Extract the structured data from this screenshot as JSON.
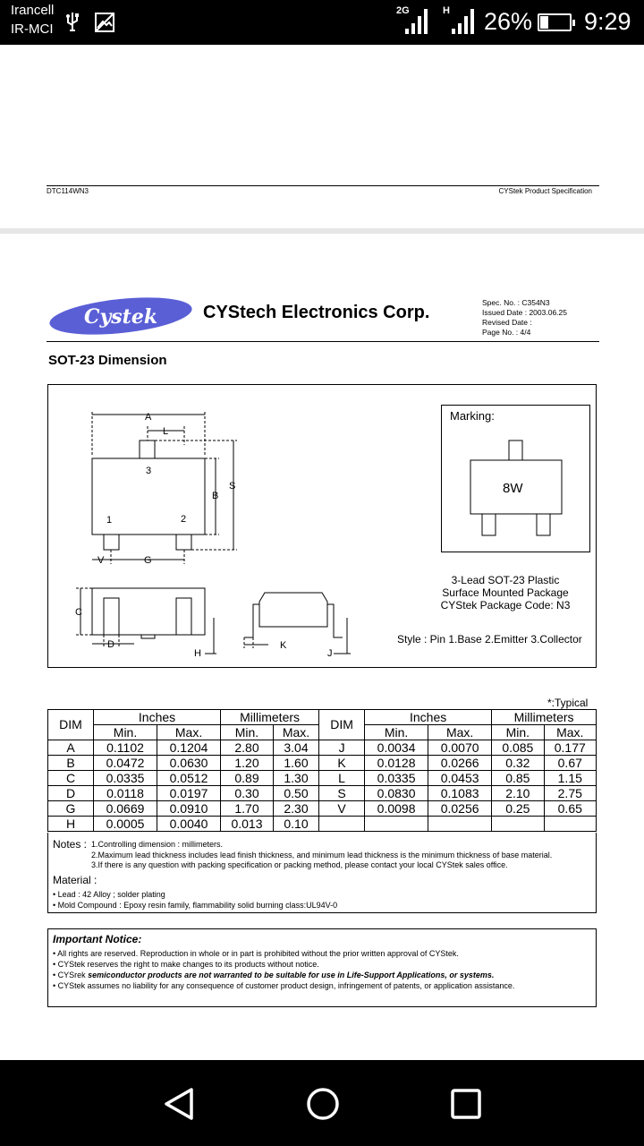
{
  "status_bar": {
    "carrier_line1": "Irancell",
    "carrier_line2": "IR-MCI",
    "net1": "2G",
    "net2": "H",
    "battery": "26%",
    "battery_level": 0.26,
    "time": "9:29",
    "icons": [
      "usb-icon",
      "image-icon",
      "signal-icon",
      "battery-icon"
    ]
  },
  "prev_page": {
    "footer_left": "DTC114WN3",
    "footer_right": "CYStek Product Specification"
  },
  "header": {
    "logo_text": "Cystek",
    "company": "CYStech Electronics Corp.",
    "spec_no": "Spec. No. : C354N3",
    "issued": "Issued Date : 2003.06.25",
    "revised": "Revised Date :",
    "page_no": "Page No. : 4/4"
  },
  "section_title": "SOT-23 Dimension",
  "diagram": {
    "labels": {
      "A": "A",
      "L": "L",
      "B": "B",
      "S": "S",
      "V": "V",
      "G": "G",
      "C": "C",
      "D": "D",
      "H": "H",
      "K": "K",
      "J": "J",
      "pin1": "1",
      "pin2": "2",
      "pin3": "3"
    },
    "marking_label": "Marking:",
    "marking_code": "8W",
    "package_line1": "3-Lead SOT-23 Plastic",
    "package_line2": "Surface Mounted Package",
    "package_line3": "CYStek Package Code: N3",
    "style": "Style : Pin 1.Base 2.Emitter 3.Collector"
  },
  "table": {
    "typical": "*:Typical",
    "dim_header": "DIM",
    "inches": "Inches",
    "mm": "Millimeters",
    "min": "Min.",
    "max": "Max.",
    "rows": [
      [
        "A",
        "0.1102",
        "0.1204",
        "2.80",
        "3.04",
        "J",
        "0.0034",
        "0.0070",
        "0.085",
        "0.177"
      ],
      [
        "B",
        "0.0472",
        "0.0630",
        "1.20",
        "1.60",
        "K",
        "0.0128",
        "0.0266",
        "0.32",
        "0.67"
      ],
      [
        "C",
        "0.0335",
        "0.0512",
        "0.89",
        "1.30",
        "L",
        "0.0335",
        "0.0453",
        "0.85",
        "1.15"
      ],
      [
        "D",
        "0.0118",
        "0.0197",
        "0.30",
        "0.50",
        "S",
        "0.0830",
        "0.1083",
        "2.10",
        "2.75"
      ],
      [
        "G",
        "0.0669",
        "0.0910",
        "1.70",
        "2.30",
        "V",
        "0.0098",
        "0.0256",
        "0.25",
        "0.65"
      ],
      [
        "H",
        "0.0005",
        "0.0040",
        "0.013",
        "0.10",
        "",
        "",
        "",
        "",
        ""
      ]
    ]
  },
  "notes": {
    "label": "Notes :",
    "n1": "1.Controlling dimension : millimeters.",
    "n2": "2.Maximum lead thickness includes lead finish thickness, and minimum lead thickness is the minimum thickness of base material.",
    "n3": "3.If there is any question with packing specification or packing method, please contact your local CYStek sales office.",
    "material_label": "Material :",
    "m1": "• Lead : 42 Alloy ; solder plating",
    "m2": "• Mold Compound : Epoxy resin family, flammability solid burning class:UL94V-0"
  },
  "notice": {
    "title": "Important Notice:",
    "l1": "• All rights are reserved. Reproduction in whole or in part is prohibited without the prior written approval of CYStek.",
    "l2": "• CYStek reserves the right to make changes to its products without notice.",
    "l3a": "• CYSrek ",
    "l3b": "semiconductor products are not warranted to be suitable for use in Life-Support Applications, or systems.",
    "l4": "• CYStek assumes no liability for any consequence of customer product design, infringement of patents, or application assistance."
  },
  "nav": {
    "back": "back-icon",
    "home": "home-icon",
    "recents": "recents-icon"
  }
}
